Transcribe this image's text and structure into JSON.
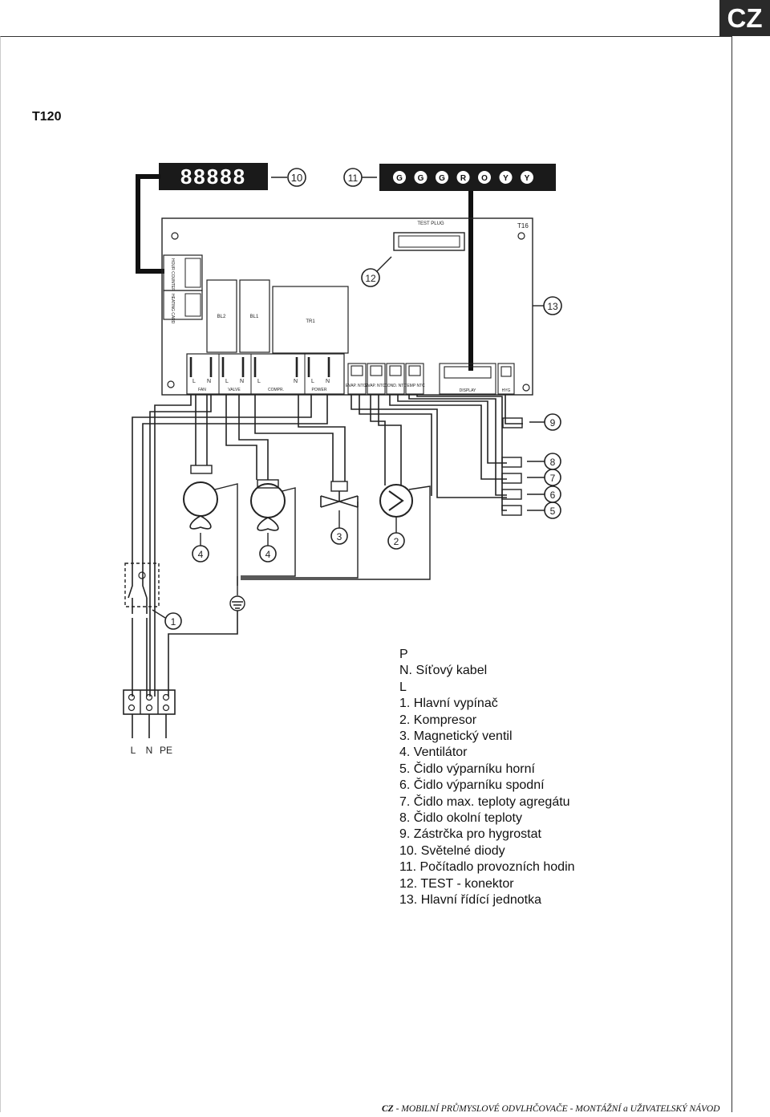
{
  "header": {
    "lang_tab": "CZ"
  },
  "model": "T120",
  "diagram": {
    "display_digits": "88888",
    "leds": [
      "G",
      "G",
      "G",
      "R",
      "O",
      "Y",
      "Y"
    ],
    "board_label": "T16",
    "test_plug_label": "TEST PLUG",
    "labels": {
      "hour_counter": "HOUR COUNTER",
      "heating_card": "HEATING CARD",
      "bl2": "BL2",
      "bl1": "BL1",
      "tr1": "TR1",
      "fan": "FAN",
      "valve": "VALVE",
      "compr": "COMPR.",
      "power": "POWER",
      "evap_ntc2": "EVAP. NTC2",
      "evap_ntc1": "EVAP. NTC1",
      "cond_ntc": "COND. NTC",
      "temp_ntc": "TEMP NTC",
      "display": "DISPLAY",
      "hyg": "HYG",
      "L": "L",
      "N": "N",
      "PE": "PE"
    },
    "callouts": [
      "1",
      "2",
      "3",
      "4",
      "4",
      "5",
      "6",
      "7",
      "8",
      "9",
      "10",
      "11",
      "12",
      "13"
    ]
  },
  "legend": [
    "P",
    "N. Síťový kabel",
    "L",
    "1. Hlavní vypínač",
    "2. Kompresor",
    "3. Magnetický ventil",
    "4. Ventilátor",
    "5. Čidlo výparníku horní",
    "6. Čidlo výparníku spodní",
    "7. Čidlo max. teploty agregátu",
    "8. Čidlo okolní teploty",
    "9. Zástrčka pro hygrostat",
    "10. Světelné diody",
    "11. Počítadlo provozních hodin",
    "12. TEST - konektor",
    "13. Hlavní řídící jednotka"
  ],
  "footer": {
    "prefix": "CZ",
    "text": " - MOBILNÍ PRŮMYSLOVÉ ODVLHČOVAČE -  MONTÁŽNÍ a UŽIVATELSKÝ NÁVOD"
  }
}
